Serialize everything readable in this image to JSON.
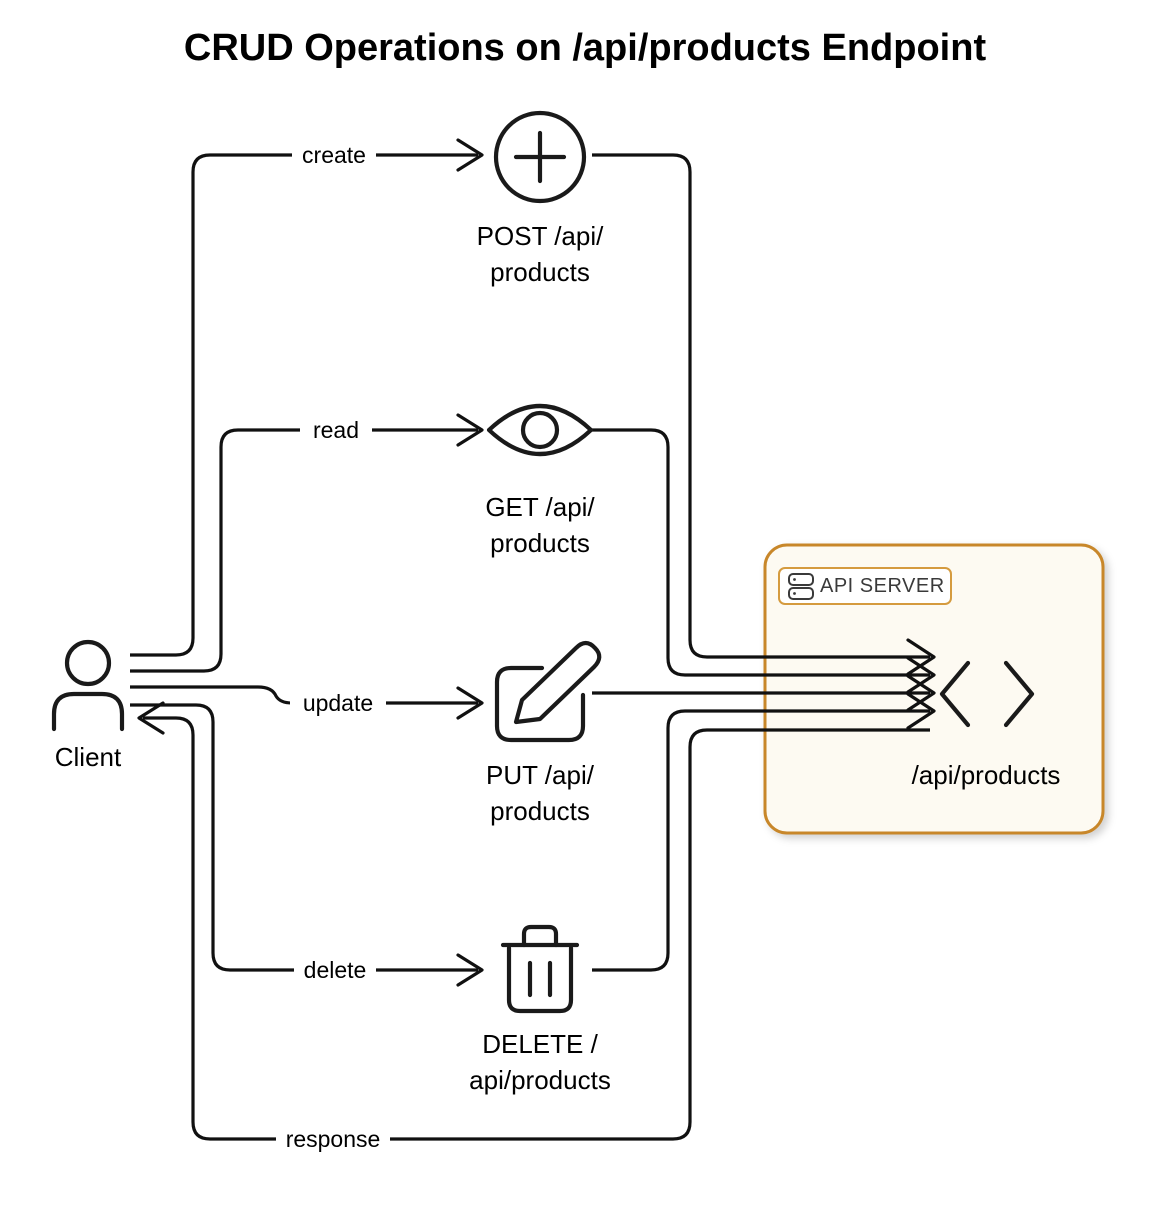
{
  "title": "CRUD Operations on /api/products Endpoint",
  "client": {
    "label": "Client",
    "icon": "user-icon"
  },
  "operations": [
    {
      "id": "create",
      "edge_label": "create",
      "icon": "plus-circle-icon",
      "label_line1": "POST /api/",
      "label_line2": "products",
      "method": "POST",
      "path": "/api/products"
    },
    {
      "id": "read",
      "edge_label": "read",
      "icon": "eye-icon",
      "label_line1": "GET /api/",
      "label_line2": "products",
      "method": "GET",
      "path": "/api/products"
    },
    {
      "id": "update",
      "edge_label": "update",
      "icon": "pencil-square-icon",
      "label_line1": "PUT /api/",
      "label_line2": "products",
      "method": "PUT",
      "path": "/api/products"
    },
    {
      "id": "delete",
      "edge_label": "delete",
      "icon": "trash-icon",
      "label_line1": "DELETE /",
      "label_line2": "api/products",
      "method": "DELETE",
      "path": "/api/products"
    }
  ],
  "response_edge": {
    "label": "response"
  },
  "server_group": {
    "badge_label": "API SERVER",
    "badge_icon": "server-icon",
    "endpoint_icon": "code-brackets-icon",
    "endpoint_label": "/api/products"
  },
  "colors": {
    "group_border": "#c8872b",
    "group_fill": "#fdfaf2",
    "badge_fill": "#ffffff",
    "badge_border": "#d59b3f",
    "stroke": "#111111",
    "text": "#000000"
  }
}
